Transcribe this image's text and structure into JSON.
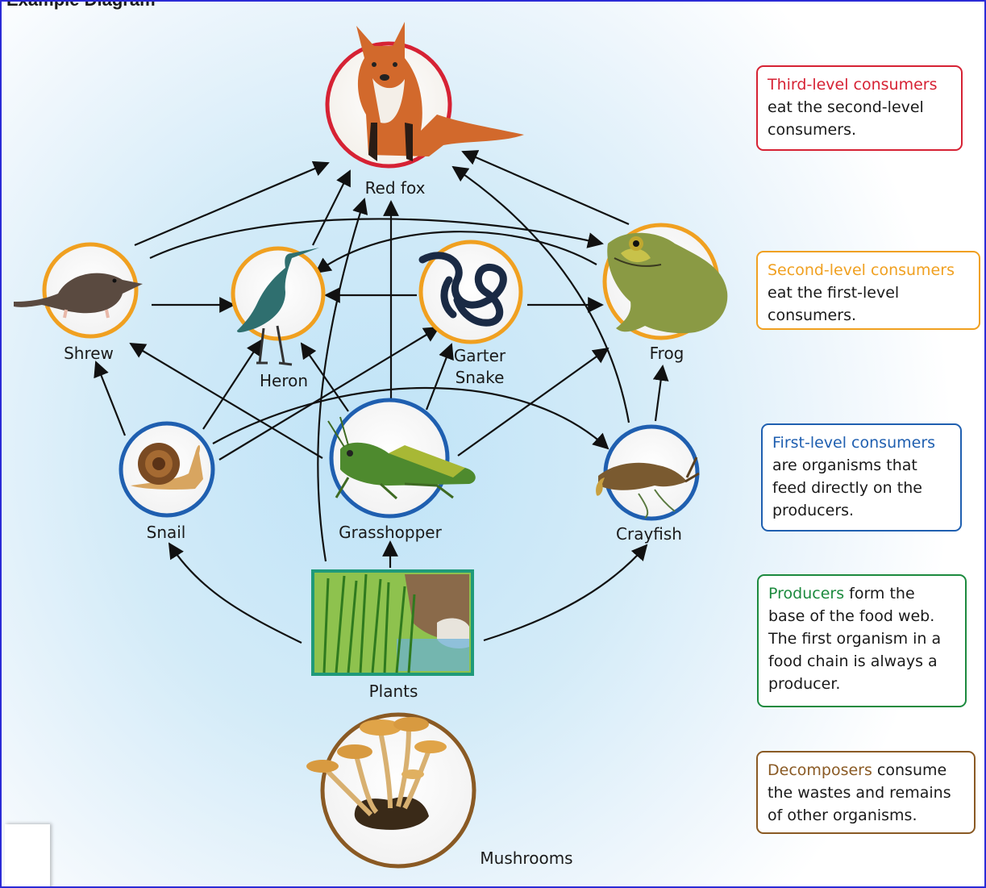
{
  "caption": "Example Diagram",
  "colors": {
    "third_level": "#d62234",
    "second_level": "#f0a020",
    "first_level": "#1f5fb0",
    "producers": "#1c8a3e",
    "decomposers": "#8a5a24",
    "frame": "#2b2bd6"
  },
  "organisms": {
    "red_fox": "Red fox",
    "shrew": "Shrew",
    "heron": "Heron",
    "garter_snake_line1": "Garter",
    "garter_snake_line2": "Snake",
    "frog": "Frog",
    "snail": "Snail",
    "grasshopper": "Grasshopper",
    "crayfish": "Crayfish",
    "plants": "Plants",
    "mushrooms": "Mushrooms"
  },
  "legend": [
    {
      "term": "Third-level consumers",
      "line1": "eat the second-level",
      "line2": "consumers.",
      "line3": "",
      "line4": ""
    },
    {
      "term": "Second-level consumers",
      "line1": "eat the first-level",
      "line2": "consumers.",
      "line3": "",
      "line4": ""
    },
    {
      "term": "First-level consumers",
      "line1": "are organisms that",
      "line2": "feed directly on the",
      "line3": "producers.",
      "line4": ""
    },
    {
      "term": "Producers",
      "line0": " form the",
      "line1": "base of the food web.",
      "line2": "The first organism in a",
      "line3": "food chain is always a",
      "line4": "producer."
    },
    {
      "term": "Decomposers",
      "line0": " consume",
      "line1": "the wastes and remains",
      "line2": "of other organisms.",
      "line3": "",
      "line4": ""
    }
  ]
}
